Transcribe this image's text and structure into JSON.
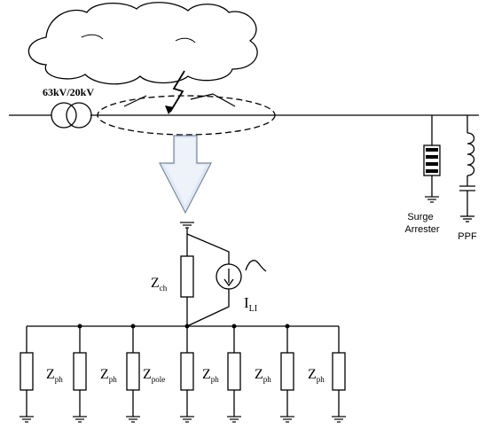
{
  "transformer_label": "63kV/20kV",
  "arrester_label": {
    "line1": "Surge",
    "line2": "Arrester"
  },
  "ppf_label": "PPF",
  "zch": {
    "main": "Z",
    "sub": "ch"
  },
  "ili": {
    "main": "I",
    "sub": "LI"
  },
  "ground_impedances": [
    {
      "main": "Z",
      "sub": "ph"
    },
    {
      "main": "Z",
      "sub": "ph"
    },
    {
      "main": "Z",
      "sub": "pole"
    },
    {
      "main": "Z",
      "sub": "ph"
    },
    {
      "main": "Z",
      "sub": "ph"
    },
    {
      "main": "Z",
      "sub": "ph"
    }
  ],
  "colors": {
    "line": "#000000",
    "arrow_fill": "#dfe9f5",
    "arrow_stroke": "#7a8797"
  }
}
